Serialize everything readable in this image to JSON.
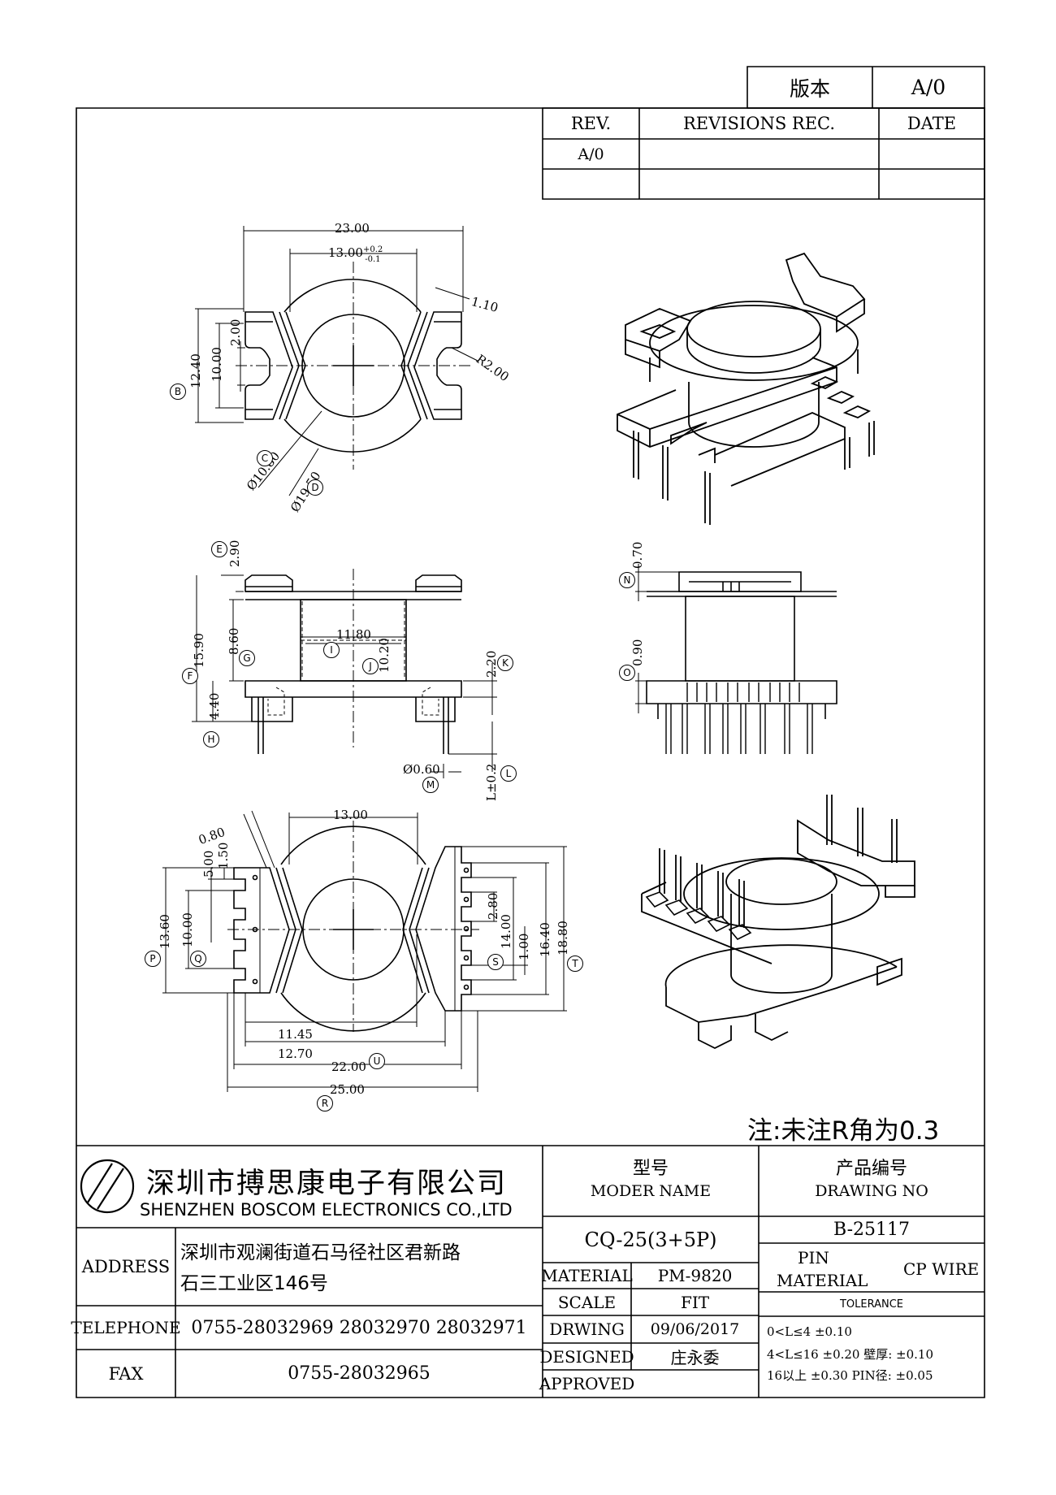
{
  "version_box": {
    "label": "版本",
    "value": "A/0"
  },
  "revisions": {
    "headers": {
      "rev": "REV.",
      "rec": "REVISIONS REC.",
      "date": "DATE"
    },
    "rows": [
      {
        "rev": "A/0",
        "rec": "",
        "date": ""
      }
    ]
  },
  "dims": {
    "top": {
      "w23": "23.00",
      "w13": "13.00",
      "tol_plus": "+0.2",
      "tol_minus": "-0.1",
      "t110": "1.10",
      "r200": "R2.00",
      "h1240": "12.40",
      "h1000": "10.00",
      "h200": "2.00",
      "d1080": "Ø10.80",
      "d1950": "Ø19.50"
    },
    "front": {
      "h290": "2.90",
      "h1590": "15.90",
      "h860": "8.60",
      "h440": "4.40",
      "w1180": "11.80",
      "w1020": "10.20",
      "h220": "2.20",
      "d060": "Ø0.60",
      "l": "L±0.2"
    },
    "side": {
      "h070": "0.70",
      "h090": "0.90"
    },
    "bottom": {
      "w1300": "13.00",
      "t080": "0.80",
      "h500": "5.00",
      "h150": "1.50",
      "h1360": "13.60",
      "h1000": "10.00",
      "p280": "2.80",
      "h1400": "14.00",
      "p100": "1.00",
      "h1640": "16.40",
      "h1880": "18.80",
      "w1145": "11.45",
      "w1270": "12.70",
      "w2200": "22.00",
      "w2500": "25.00"
    }
  },
  "balloons": [
    "B",
    "C",
    "D",
    "E",
    "F",
    "G",
    "H",
    "I",
    "J",
    "K",
    "L",
    "M",
    "N",
    "O",
    "P",
    "Q",
    "R",
    "S",
    "T",
    "U"
  ],
  "note": "注:未注R角为0.3",
  "company": {
    "name_cn": "深圳市搏思康电子有限公司",
    "name_en": "SHENZHEN BOSCOM ELECTRONICS CO.,LTD"
  },
  "contact": {
    "address_label": "ADDRESS",
    "address_1": "深圳市观澜街道石马径社区君新路",
    "address_2": "石三工业区146号",
    "telephone_label": "TELEPHONE",
    "telephone": "0755-28032969 28032970 28032971",
    "fax_label": "FAX",
    "fax": "0755-28032965"
  },
  "title_block": {
    "model_cn": "型号",
    "model_en": "MODER NAME",
    "model": "CQ-25(3+5P)",
    "drawing_cn": "产品编号",
    "drawing_en": "DRAWING NO",
    "drawing_no": "B-25117",
    "material_label": "MATERIAL",
    "material": "PM-9820",
    "scale_label": "SCALE",
    "scale": "FIT",
    "drwing_label": "DRWING",
    "drwing_date": "09/06/2017",
    "designed_label": "DESIGNED",
    "designer": "庄永委",
    "approved_label": "APPROVED",
    "pin_material_1": "PIN",
    "pin_material_2": "MATERIAL",
    "pin_material": "CP WIRE",
    "tolerance_label": "TOLERANCE",
    "tol_1": "0<L≤4 ±0.10",
    "tol_2": "4<L≤16 ±0.20 壁厚: ±0.10",
    "tol_3": "16以上 ±0.30 PIN径: ±0.05"
  }
}
